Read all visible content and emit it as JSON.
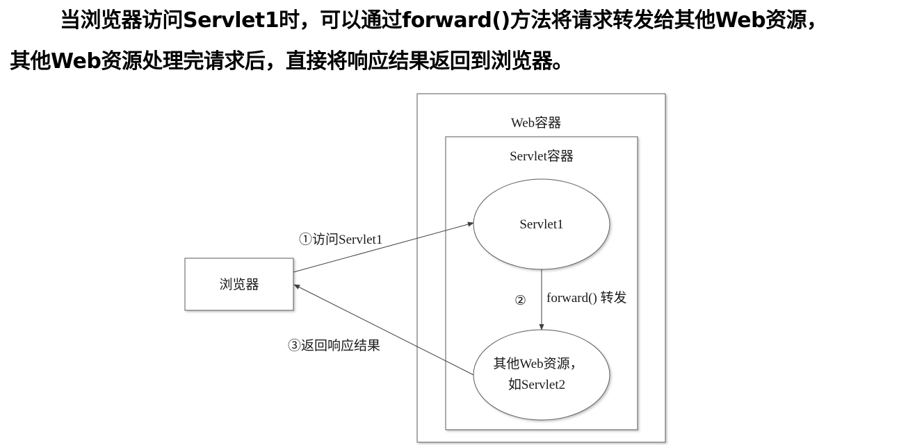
{
  "heading": {
    "line1": "当浏览器访问Servlet1时，可以通过forward()方法将请求转发给其他Web资源，",
    "line2": "其他Web资源处理完请求后，直接将响应结果返回到浏览器。"
  },
  "diagram": {
    "web_container_label": "Web容器",
    "servlet_container_label": "Servlet容器",
    "browser_label": "浏览器",
    "servlet1_label": "Servlet1",
    "other_resource_line1": "其他Web资源，",
    "other_resource_line2": "如Servlet2",
    "step1_label": "①访问Servlet1",
    "step2_number": "②",
    "step2_label": "forward() 转发",
    "step3_label": "③返回响应结果"
  },
  "colors": {
    "line": "#404040",
    "border": "#5a5a5a",
    "shadow": "#c8c8c8",
    "text": "#1a1a1a"
  }
}
